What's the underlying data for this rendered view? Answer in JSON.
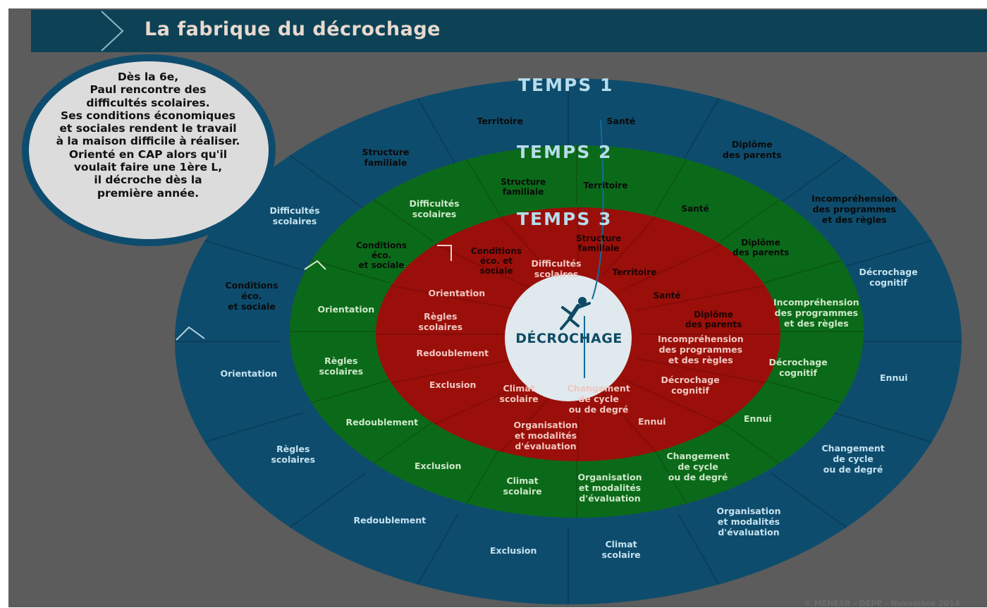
{
  "title": "La fabrique du décrochage",
  "story": {
    "lines": [
      "Dès la 6e,",
      "Paul rencontre des",
      "difficultés scolaires.",
      "Ses conditions économiques",
      "et sociales rendent le travail",
      "à la maison difficile à réaliser.",
      "Orienté en CAP alors qu'il",
      "voulait faire une 1ère L,",
      "il décroche dès la",
      "première année."
    ]
  },
  "center_label": "DÉCROCHAGE",
  "copyright": "© MENESR - DEPP - Novembre 2014",
  "colors": {
    "header": "#0d4256",
    "ring1": "#0e4c6d",
    "ring2": "#0b6a19",
    "ring3": "#9a0f0a",
    "center": "#dfe9ee",
    "background": "#5c5c5c"
  },
  "icons": [
    "climber-icon",
    "header-chevron-icon"
  ],
  "rings": [
    {
      "title": "TEMPS 1",
      "factors": [
        [
          "Territoire"
        ],
        [
          "Santé"
        ],
        [
          "Diplôme",
          "des parents"
        ],
        [
          "Incompréhension",
          "des programmes",
          "et des règles"
        ],
        [
          "Décrochage",
          "cognitif"
        ],
        [
          "Ennui"
        ],
        [
          "Changement",
          "de cycle",
          "ou de degré"
        ],
        [
          "Organisation",
          "et modalités",
          "d'évaluation"
        ],
        [
          "Climat",
          "scolaire"
        ],
        [
          "Exclusion"
        ],
        [
          "Redoublement"
        ],
        [
          "Règles",
          "scolaires"
        ],
        [
          "Orientation"
        ],
        [
          "Conditions",
          "éco.",
          "et sociale"
        ],
        [
          "Difficultés",
          "scolaires"
        ],
        [
          "Structure",
          "familiale"
        ]
      ]
    },
    {
      "title": "TEMPS 2",
      "factors": [
        [
          "Structure",
          "familiale"
        ],
        [
          "Territoire"
        ],
        [
          "Santé"
        ],
        [
          "Diplôme",
          "des parents"
        ],
        [
          "Incompréhension",
          "des programmes",
          "et des règles"
        ],
        [
          "Décrochage",
          "cognitif"
        ],
        [
          "Ennui"
        ],
        [
          "Changement",
          "de cycle",
          "ou de degré"
        ],
        [
          "Organisation",
          "et modalités",
          "d'évaluation"
        ],
        [
          "Climat",
          "scolaire"
        ],
        [
          "Exclusion"
        ],
        [
          "Redoublement"
        ],
        [
          "Règles",
          "scolaires"
        ],
        [
          "Orientation"
        ],
        [
          "Conditions",
          "éco.",
          "et sociale"
        ],
        [
          "Difficultés",
          "scolaires"
        ]
      ]
    },
    {
      "title": "TEMPS 3",
      "factors": [
        [
          "Structure",
          "familiale"
        ],
        [
          "Territoire"
        ],
        [
          "Santé"
        ],
        [
          "Diplôme",
          "des parents"
        ],
        [
          "Incompréhension",
          "des programmes",
          "et des règles"
        ],
        [
          "Décrochage",
          "cognitif"
        ],
        [
          "Ennui"
        ],
        [
          "Organisation",
          "et modalités",
          "d'évaluation"
        ],
        [
          "Changement",
          "de cycle",
          "ou de degré"
        ],
        [
          "Climat",
          "scolaire"
        ],
        [
          "Exclusion"
        ],
        [
          "Redoublement"
        ],
        [
          "Règles",
          "scolaires"
        ],
        [
          "Orientation"
        ],
        [
          "Conditions",
          "éco. et",
          "sociale"
        ],
        [
          "Difficultés",
          "scolaires"
        ]
      ]
    }
  ]
}
